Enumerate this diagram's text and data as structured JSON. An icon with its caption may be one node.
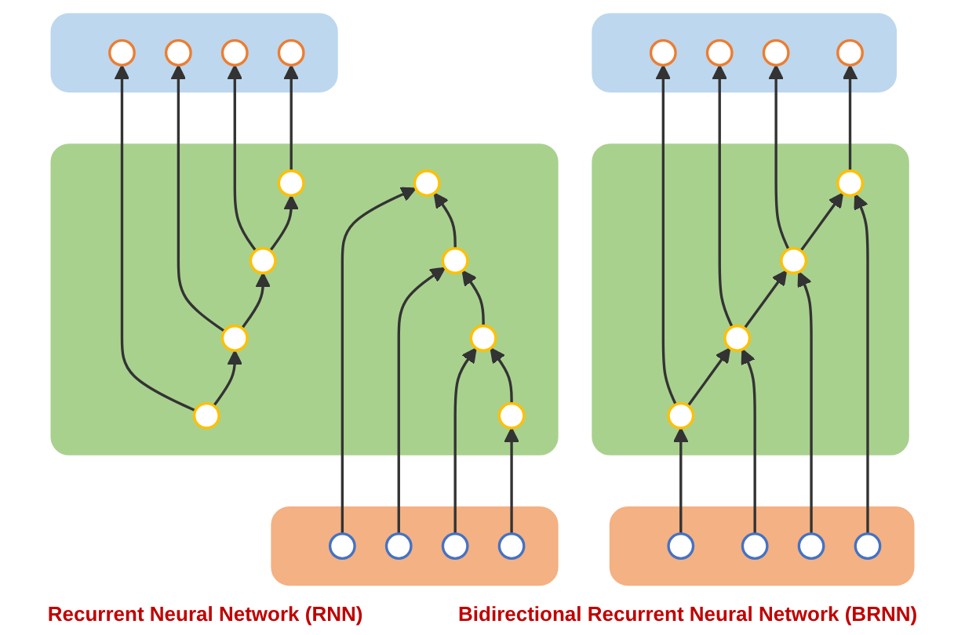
{
  "diagram": {
    "nodes": [
      {
        "text": [],
        "shape": "box"
      },
      {
        "text": [],
        "shape": "circle",
        "in": 0
      },
      {
        "text": [],
        "shape": "circle",
        "in": 0
      },
      {
        "text": [],
        "shape": "circle",
        "in": 0
      },
      {
        "text": [],
        "shape": "circle",
        "in": 0
      },
      {
        "text": [],
        "shape": "box"
      },
      {
        "text": [],
        "shape": "circle",
        "in": 5
      },
      {
        "text": [],
        "shape": "circle",
        "in": 5
      },
      {
        "text": [],
        "shape": "circle",
        "in": 5
      },
      {
        "text": [],
        "shape": "circle",
        "in": 5
      },
      {
        "text": [],
        "shape": "box"
      },
      {
        "text": [],
        "shape": "circle",
        "in": 10
      },
      {
        "text": [],
        "shape": "circle",
        "in": 10
      },
      {
        "text": [],
        "shape": "circle",
        "in": 10
      },
      {
        "text": [],
        "shape": "circle",
        "in": 10
      },
      {
        "text": [],
        "shape": "box"
      },
      {
        "text": [],
        "shape": "circle",
        "in": 15
      },
      {
        "text": [],
        "shape": "circle",
        "in": 15
      },
      {
        "text": [],
        "shape": "circle",
        "in": 15
      },
      {
        "text": [],
        "shape": "circle",
        "in": 15
      },
      {
        "text": [],
        "shape": "box"
      },
      {
        "text": [],
        "shape": "circle",
        "in": 20
      },
      {
        "text": [],
        "shape": "circle",
        "in": 20
      },
      {
        "text": [],
        "shape": "circle",
        "in": 20
      },
      {
        "text": [],
        "shape": "circle",
        "in": 20
      },
      {
        "text": [],
        "shape": "circle",
        "in": 20
      },
      {
        "text": [],
        "shape": "circle",
        "in": 20
      },
      {
        "text": [],
        "shape": "circle",
        "in": 20
      },
      {
        "text": [],
        "shape": "circle",
        "in": 20
      },
      {
        "text": [],
        "shape": "box"
      },
      {
        "text": [],
        "shape": "circle",
        "in": 29
      },
      {
        "text": [],
        "shape": "circle",
        "in": 29
      },
      {
        "text": [],
        "shape": "circle",
        "in": 29
      },
      {
        "text": [],
        "shape": "circle",
        "in": 29
      }
    ],
    "edges": [
      {
        "from": 11,
        "to": 6,
        "arrow": "to"
      },
      {
        "from": 12,
        "to": 7,
        "arrow": "to"
      },
      {
        "from": 13,
        "to": 8,
        "arrow": "to"
      },
      {
        "from": 14,
        "to": 9,
        "arrow": "to"
      },
      {
        "from": 6,
        "to": 7,
        "arrow": "to"
      },
      {
        "from": 7,
        "to": 8,
        "arrow": "to"
      },
      {
        "from": 8,
        "to": 9,
        "arrow": "to"
      },
      {
        "from": 6,
        "to": 1,
        "arrow": "to"
      },
      {
        "from": 7,
        "to": 2,
        "arrow": "to"
      },
      {
        "from": 8,
        "to": 3,
        "arrow": "to"
      },
      {
        "from": 9,
        "to": 4,
        "arrow": "to"
      },
      {
        "from": 30,
        "to": 25,
        "arrow": "to"
      },
      {
        "from": 31,
        "to": 26,
        "arrow": "to"
      },
      {
        "from": 32,
        "to": 27,
        "arrow": "to"
      },
      {
        "from": 33,
        "to": 28,
        "arrow": "to"
      },
      {
        "from": 28,
        "to": 27,
        "arrow": "to"
      },
      {
        "from": 27,
        "to": 26,
        "arrow": "to"
      },
      {
        "from": 26,
        "to": 25,
        "arrow": "to"
      },
      {
        "from": 21,
        "to": 22,
        "arrow": "to"
      },
      {
        "from": 22,
        "to": 23,
        "arrow": "to"
      },
      {
        "from": 23,
        "to": 24,
        "arrow": "to"
      },
      {
        "from": 21,
        "to": 16,
        "arrow": "to"
      },
      {
        "from": 22,
        "to": 17,
        "arrow": "to"
      },
      {
        "from": 23,
        "to": 18,
        "arrow": "to"
      },
      {
        "from": 24,
        "to": 19,
        "arrow": "to"
      }
    ],
    "labels": [
      "Recurrent Neural Network (RNN)",
      "Bidirectional Recurrent Neural Network (BRNN)"
    ]
  }
}
